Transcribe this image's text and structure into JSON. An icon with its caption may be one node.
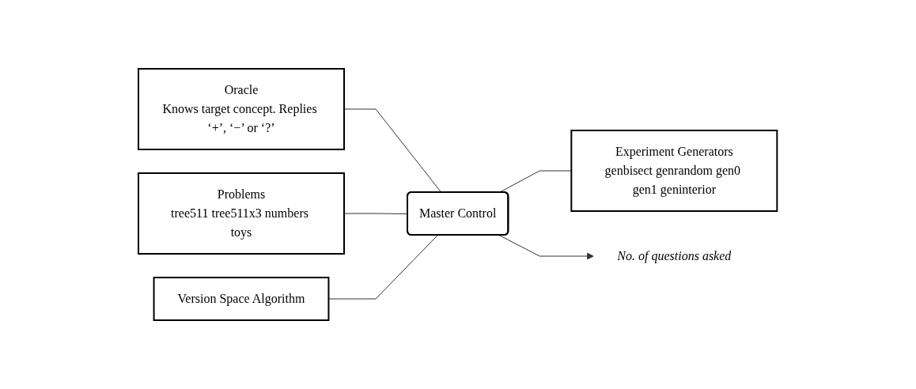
{
  "diagram": {
    "nodes": [
      {
        "text": [
          "Oracle",
          "Knows target concept. Replies ‘+’, ‘−’ or ‘?’"
        ]
      },
      {
        "text": [
          "Problems",
          "tree511 tree511x3 numbers toys"
        ]
      },
      {
        "text": [
          "Version Space Algorithm"
        ]
      },
      {
        "text": [
          "Master Control"
        ]
      },
      {
        "text": [
          "Experiment Generators",
          "genbisect genrandom gen0 gen1 geninterior"
        ]
      },
      {
        "text": [
          "No. of questions asked"
        ]
      }
    ],
    "edges": [
      {
        "from": 0,
        "to": 3,
        "arrow": "none"
      },
      {
        "from": 1,
        "to": 3,
        "arrow": "none"
      },
      {
        "from": 2,
        "to": 3,
        "arrow": "none"
      },
      {
        "from": 3,
        "to": 4,
        "arrow": "none"
      },
      {
        "from": 3,
        "to": 5,
        "arrow": "to"
      }
    ]
  }
}
